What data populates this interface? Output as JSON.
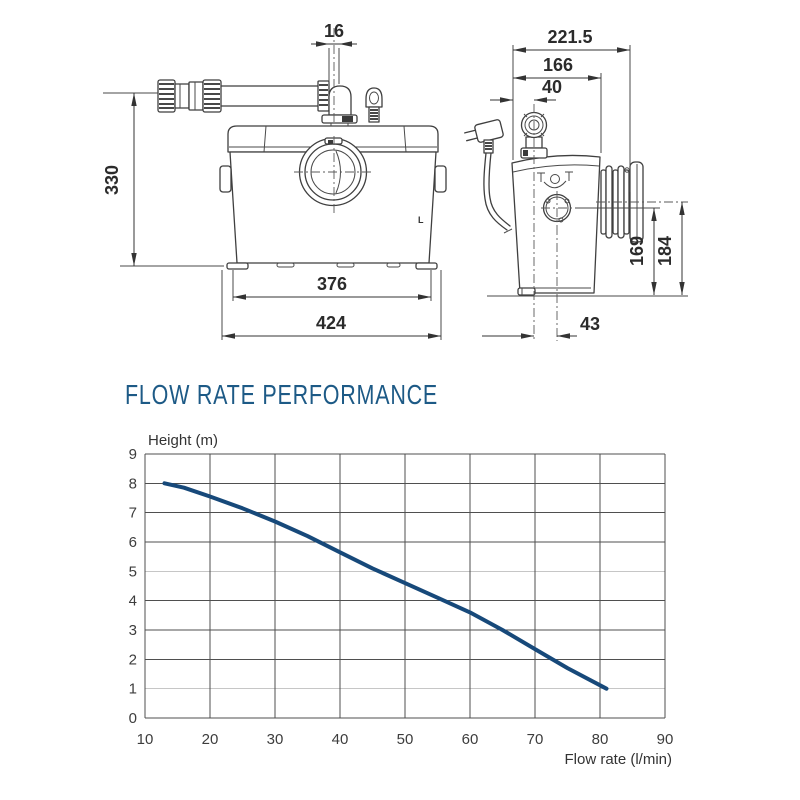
{
  "page": {
    "title": "FLOW RATE PERFORMANCE"
  },
  "colors": {
    "accent": "#1d5a86",
    "curve": "#17497a",
    "grid": "#4f4f4f",
    "grid_light": "#c6c6c6",
    "drawing_line": "#3f3f3f"
  },
  "drawing": {
    "front_view": {
      "dim_pipe": "16",
      "dim_height": "330",
      "dim_base_width": "376",
      "dim_overall_width": "424",
      "marking": "L"
    },
    "side_view": {
      "dim_overall_depth": "221.5",
      "dim_body_depth": "166",
      "dim_pipe_offset": "40",
      "dim_outlet_height": "169",
      "dim_inlet_height": "184",
      "dim_inlet_offset": "43"
    }
  },
  "chart_data": {
    "type": "line",
    "title": "FLOW RATE PERFORMANCE",
    "xlabel": "Flow rate (l/min)",
    "ylabel": "Height (m)",
    "xlim": [
      10,
      90
    ],
    "ylim": [
      0,
      9
    ],
    "xticks": [
      10,
      20,
      30,
      40,
      50,
      60,
      70,
      80,
      90
    ],
    "yticks": [
      0,
      1,
      2,
      3,
      4,
      5,
      6,
      7,
      8,
      9
    ],
    "grid": true,
    "legend": false,
    "light_y_gridlines": [
      1,
      5
    ],
    "series": [
      {
        "name": "pump-performance-curve",
        "color": "#17497a",
        "points": [
          [
            13,
            8.0
          ],
          [
            16,
            7.85
          ],
          [
            20,
            7.55
          ],
          [
            25,
            7.15
          ],
          [
            30,
            6.7
          ],
          [
            35,
            6.2
          ],
          [
            40,
            5.65
          ],
          [
            45,
            5.1
          ],
          [
            50,
            4.6
          ],
          [
            55,
            4.1
          ],
          [
            60,
            3.6
          ],
          [
            65,
            3.0
          ],
          [
            70,
            2.35
          ],
          [
            75,
            1.7
          ],
          [
            81,
            1.0
          ]
        ]
      }
    ]
  }
}
